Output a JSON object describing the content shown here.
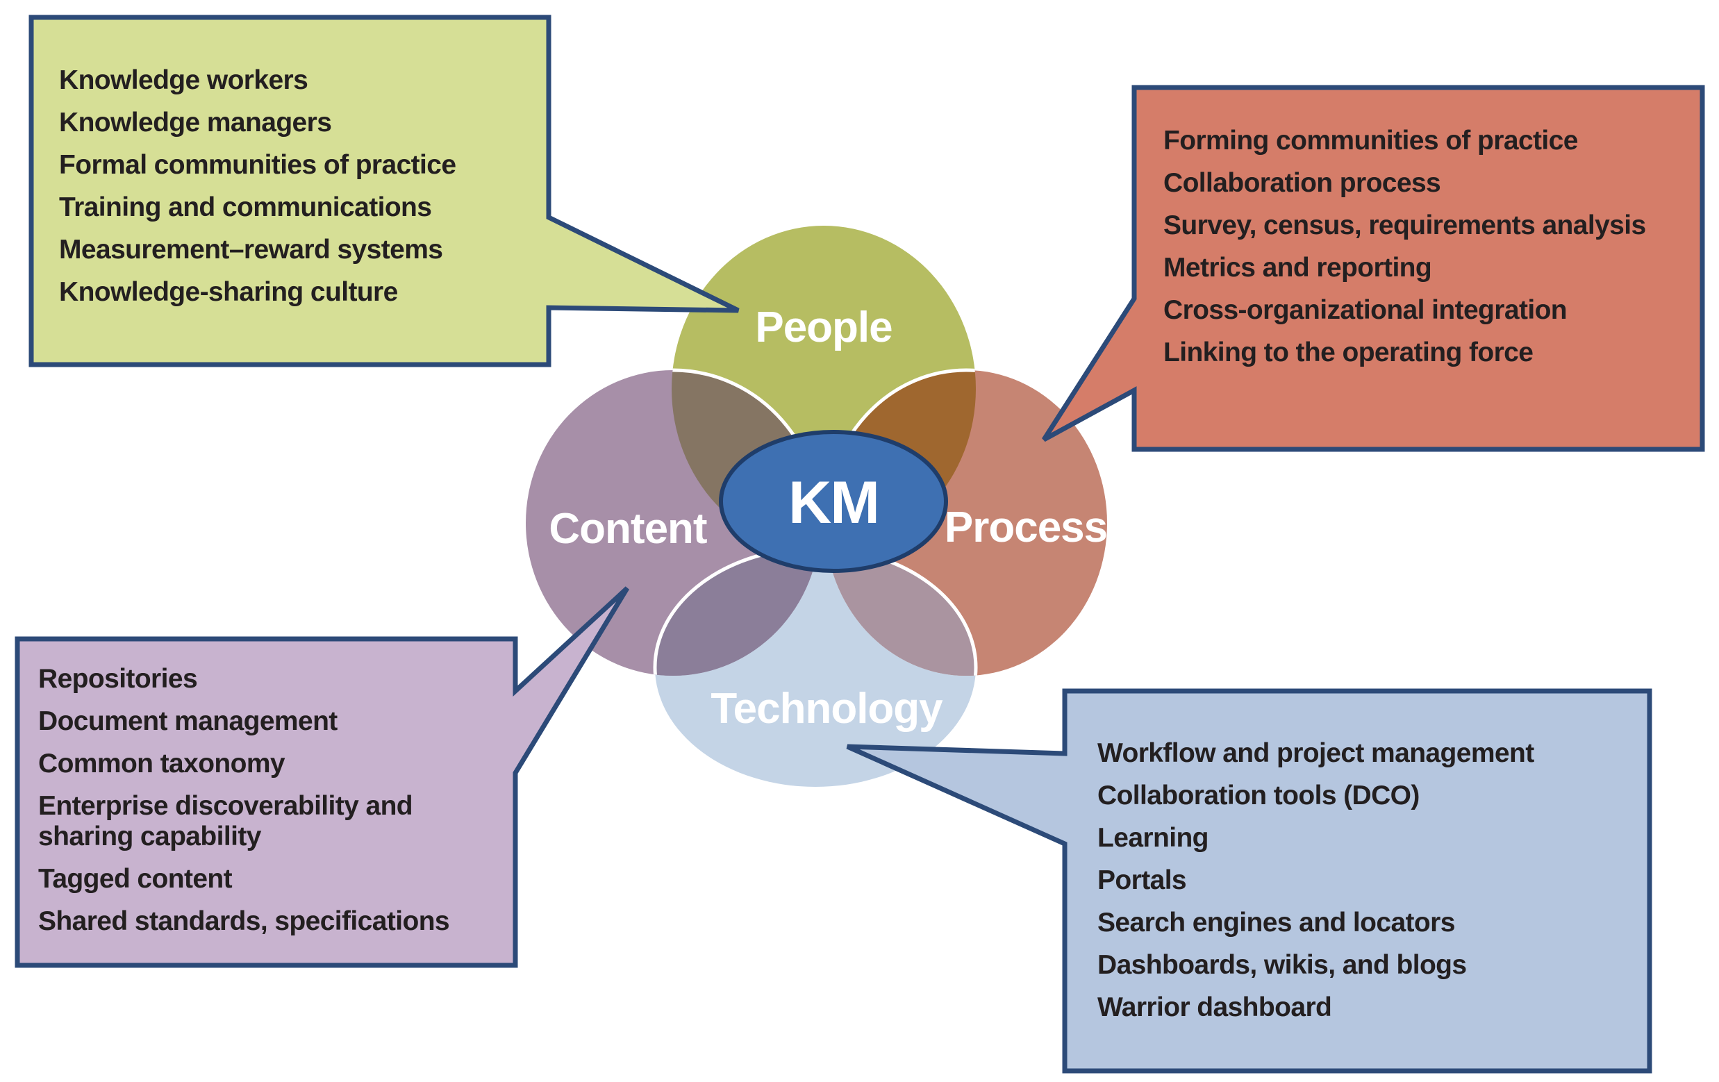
{
  "diagram": {
    "center": {
      "label": "KM",
      "color": "#3e70b2",
      "stroke": "#1f3d6a"
    },
    "pillars": [
      {
        "id": "people",
        "label": "People",
        "color": "#b6bd62"
      },
      {
        "id": "content",
        "label": "Content",
        "color": "#a78fa8"
      },
      {
        "id": "process",
        "label": "Process",
        "color": "#c68573"
      },
      {
        "id": "technology",
        "label": "Technology",
        "color": "#c4d4e6"
      }
    ],
    "overlap_colors": {
      "people_content": "#857563",
      "people_process": "#9f672f",
      "content_technology": "#8b7e99",
      "process_technology": "#aa94a0"
    },
    "callouts": {
      "people": {
        "fill": "#d6df96",
        "items": [
          "Knowledge workers",
          "Knowledge managers",
          "Formal communities of practice",
          "Training and communications",
          "Measurement–reward systems",
          "Knowledge-sharing culture"
        ]
      },
      "process": {
        "fill": "#d57d69",
        "items": [
          "Forming communities of practice",
          "Collaboration process",
          "Survey, census, requirements analysis",
          "Metrics and reporting",
          "Cross-organizational integration",
          "Linking to the operating force"
        ]
      },
      "content": {
        "fill": "#c8b3cf",
        "items": [
          "Repositories",
          "Document management",
          "Common taxonomy",
          "Enterprise discoverability and",
          "sharing capability",
          "Tagged content",
          "Shared standards, specifications"
        ]
      },
      "technology": {
        "fill": "#b5c6df",
        "items": [
          "Workflow and project management",
          "Collaboration tools (DCO)",
          "Learning",
          "Portals",
          "Search engines and locators",
          "Dashboards, wikis, and blogs",
          "Warrior dashboard"
        ]
      }
    }
  }
}
